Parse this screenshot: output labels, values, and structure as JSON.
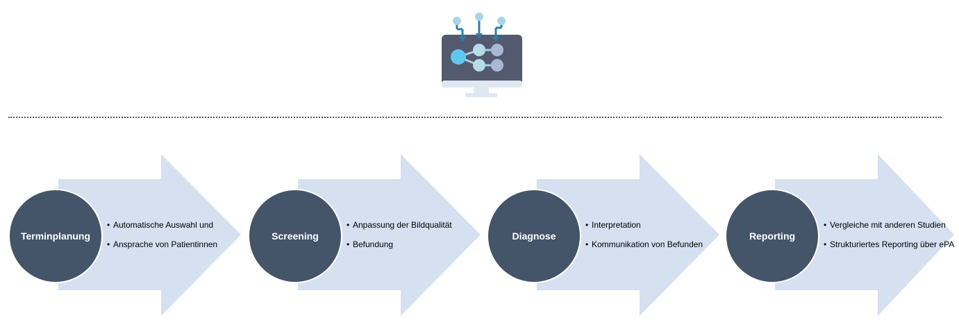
{
  "header": {
    "icon": "monitor-network-icon"
  },
  "colors": {
    "arrow": "#d5e0f1",
    "circle": "#445469",
    "circle_text": "#ffffff",
    "divider": "#555555"
  },
  "steps": [
    {
      "title": "Terminplanung",
      "bullets": [
        "Automatische Auswahl und",
        "Ansprache von Patientinnen"
      ]
    },
    {
      "title": "Screening",
      "bullets": [
        "Anpassung der Bildqualität",
        "Befundung"
      ]
    },
    {
      "title": "Diagnose",
      "bullets": [
        "Interpretation",
        "Kommunikation von Befunden"
      ]
    },
    {
      "title": "Reporting",
      "bullets": [
        "Vergleiche mit anderen Studien",
        "Strukturiertes Reporting über ePA"
      ]
    }
  ]
}
